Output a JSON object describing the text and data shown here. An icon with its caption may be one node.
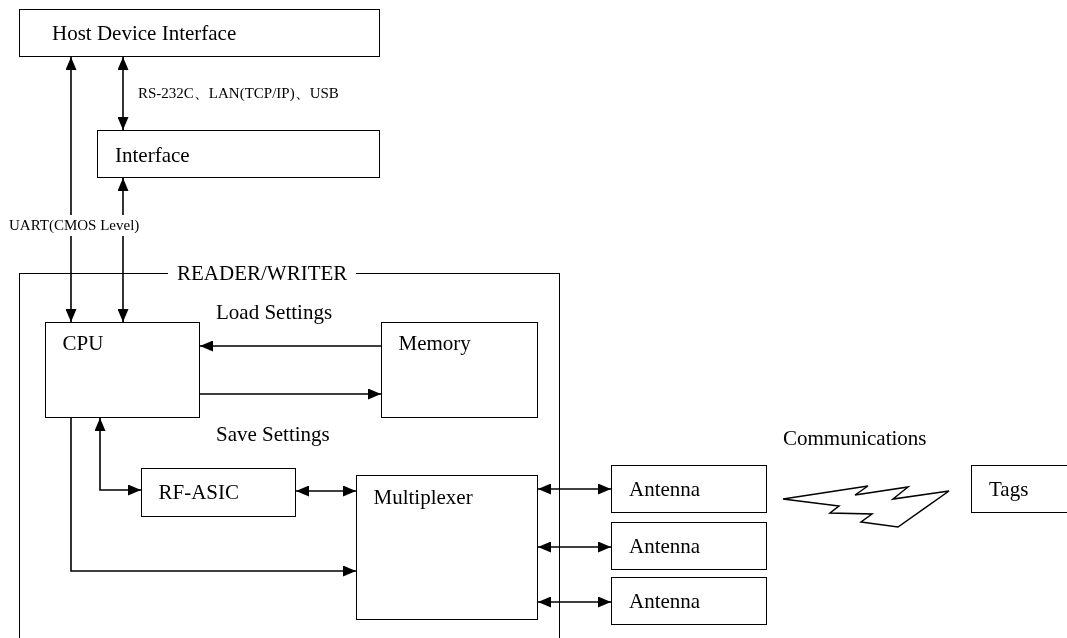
{
  "diagram": {
    "nodes": [
      {
        "text": [
          "Host Device Interface"
        ]
      },
      {
        "text": [
          "Interface"
        ]
      },
      {
        "text": [
          "READER/WRITER"
        ]
      },
      {
        "text": [
          "CPU"
        ],
        "in": 2
      },
      {
        "text": [
          "Memory"
        ],
        "in": 2
      },
      {
        "text": [
          "RF-ASIC"
        ],
        "in": 2
      },
      {
        "text": [
          "Multiplexer"
        ],
        "in": 2
      },
      {
        "text": [
          "Antenna"
        ]
      },
      {
        "text": [
          "Antenna"
        ]
      },
      {
        "text": [
          "Antenna"
        ]
      },
      {
        "text": [
          "Tags"
        ]
      }
    ],
    "edges": [
      {
        "from": 3,
        "to": 0,
        "arrow": "both"
      },
      {
        "from": 0,
        "to": 1,
        "arrow": "both",
        "label": "RS-232C、LAN(TCP/IP)、USB"
      },
      {
        "from": 3,
        "to": 1,
        "arrow": "both"
      },
      {
        "from": 4,
        "to": 3,
        "arrow": "to",
        "label": "Load Settings"
      },
      {
        "from": 3,
        "to": 4,
        "arrow": "to",
        "label": "Save Settings"
      },
      {
        "from": 3,
        "to": 5,
        "arrow": "both"
      },
      {
        "from": 5,
        "to": 6,
        "arrow": "both"
      },
      {
        "from": 3,
        "to": 6,
        "arrow": "to"
      },
      {
        "from": 6,
        "to": 7,
        "arrow": "both"
      },
      {
        "from": 6,
        "to": 8,
        "arrow": "both"
      },
      {
        "from": 6,
        "to": 9,
        "arrow": "both"
      }
    ],
    "labels": [
      "UART(CMOS Level)",
      "Communications"
    ]
  }
}
